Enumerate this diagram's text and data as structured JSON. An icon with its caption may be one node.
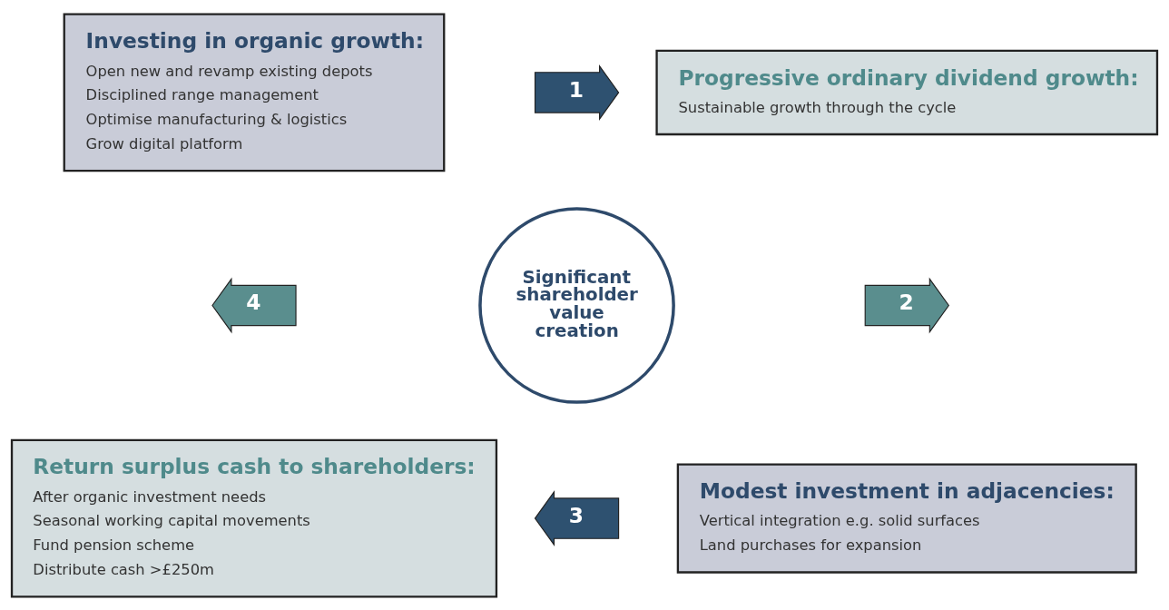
{
  "diagram": {
    "nodes": [
      {
        "text": [
          "Investing in organic growth:",
          "Open new and revamp existing depots",
          "Disciplined range management",
          "Optimise manufacturing & logistics",
          "Grow digital platform"
        ]
      },
      {
        "text": [
          "Progressive ordinary dividend growth:",
          "Sustainable growth through the cycle"
        ]
      },
      {
        "text": [
          "1"
        ]
      },
      {
        "text": [
          "2"
        ]
      },
      {
        "text": [
          "Significant shareholder value creation"
        ]
      },
      {
        "text": [
          "4"
        ]
      },
      {
        "text": [
          "3"
        ]
      },
      {
        "text": [
          "Return surplus cash to shareholders:",
          "After organic investment needs",
          "Seasonal working capital movements",
          "Fund pension scheme",
          "Distribute cash >£250m"
        ]
      },
      {
        "text": [
          "Modest investment in adjacencies:",
          "Vertical integration e.g. solid surfaces",
          "Land purchases for expansion"
        ]
      }
    ]
  }
}
